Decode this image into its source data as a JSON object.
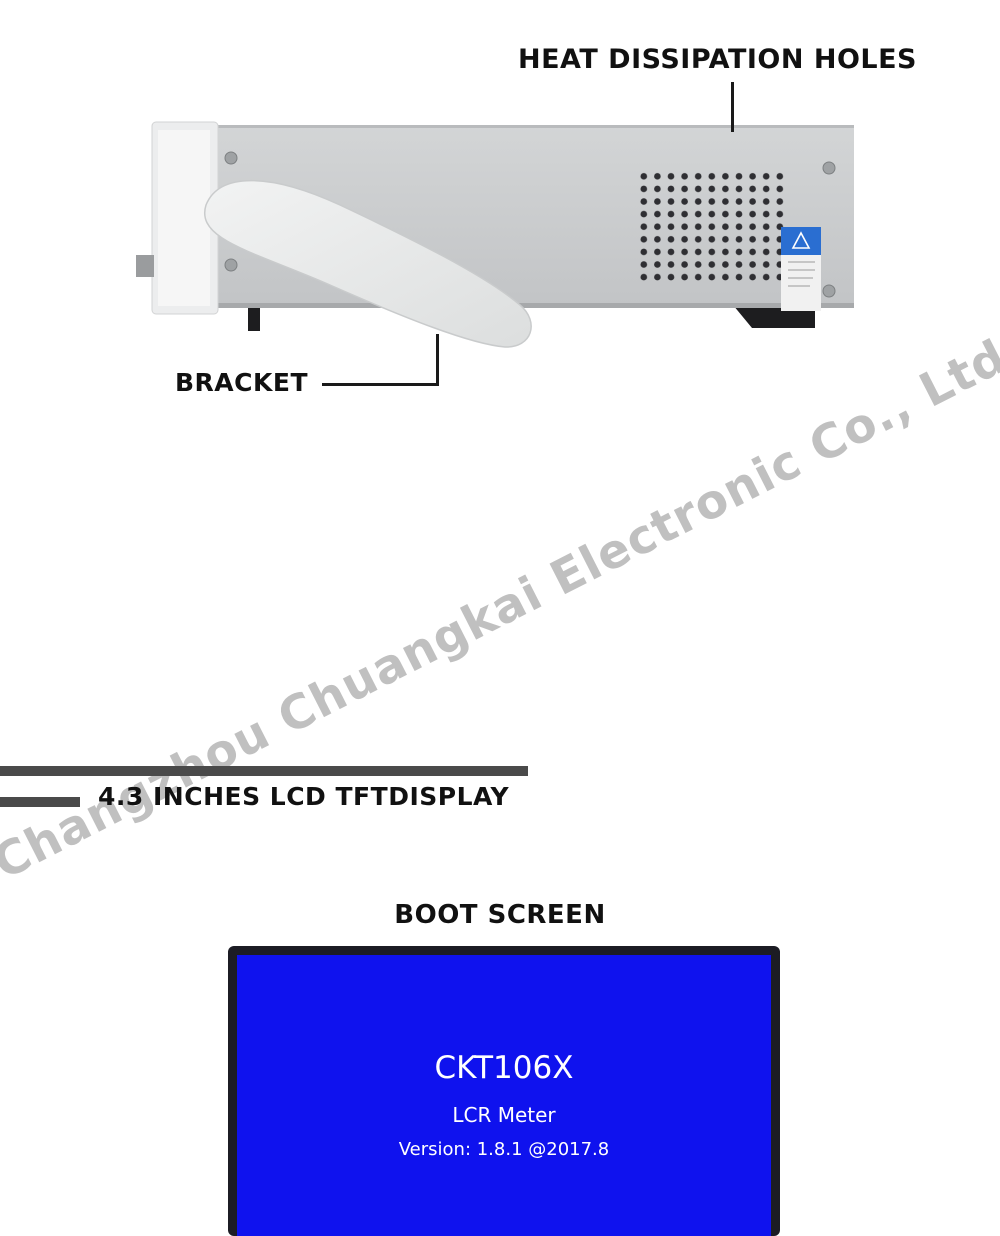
{
  "callouts": {
    "heat_holes": "HEAT DISSIPATION HOLES",
    "bracket": "BRACKET"
  },
  "watermark": "Changzhou Chuangkai Electronic Co., Ltd",
  "display_section": {
    "title": "4.3 INCHES LCD TFTDISPLAY",
    "boot_title": "BOOT SCREEN"
  },
  "boot_screen": {
    "model": "CKT106X",
    "device": "LCR Meter",
    "version": "Version:  1.8.1 @2017.8"
  },
  "colors": {
    "screen_background": "#0f12ee",
    "label_text": "#111111",
    "watermark": "#8c8c8c"
  }
}
